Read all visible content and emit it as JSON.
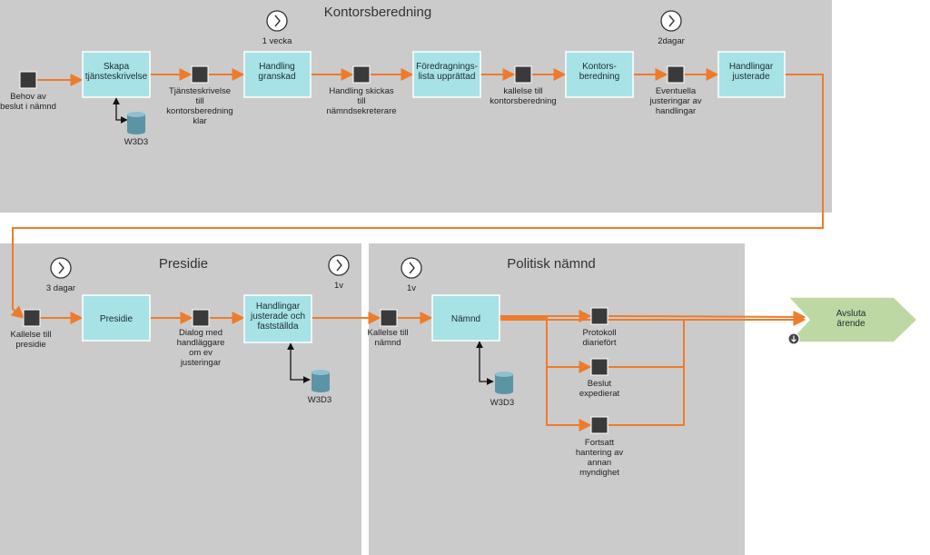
{
  "lanes": {
    "kontor": "Kontorsberedning",
    "presidie": "Presidie",
    "politisk": "Politisk nämnd"
  },
  "processes": {
    "skapa": [
      "Skapa",
      "tjänsteskrivelse"
    ],
    "granskad": [
      "Handling",
      "granskad"
    ],
    "foredragning": [
      "Föredragnings-",
      "lista upprättad"
    ],
    "kontorsberedning": [
      "Kontors-",
      "beredning"
    ],
    "justerade": [
      "Handlingar",
      "justerade"
    ],
    "presidie": [
      "Presidie"
    ],
    "justerade_faststallda": [
      "Handlingar",
      "justerade och",
      "fastställda"
    ],
    "namnd": [
      "Nämnd"
    ]
  },
  "events": {
    "behov": [
      "Behov av",
      "beslut i nämnd"
    ],
    "tjanst_klar": [
      "Tjänsteskrivelse",
      "till",
      "kontorsberedning",
      "klar"
    ],
    "skickas": [
      "Handling skickas",
      "till",
      "nämndsekreterare"
    ],
    "kallelse_kontor": [
      "kallelse till",
      "kontorsberedning"
    ],
    "eventuella": [
      "Eventuella",
      "justeringar av",
      "handlingar"
    ],
    "kallelse_presidie": [
      "Kallelse till",
      "presidie"
    ],
    "dialog": [
      "Dialog med",
      "handläggare",
      "om ev",
      "justeringar"
    ],
    "kallelse_namnd": [
      "Kallelse till",
      "nämnd"
    ],
    "protokoll": [
      "Protokoll",
      "diariefört"
    ],
    "beslut": [
      "Beslut",
      "expedierat"
    ],
    "fortsatt": [
      "Fortsatt",
      "hantering av",
      "annan",
      "myndighet"
    ]
  },
  "timers": {
    "t1": "1 vecka",
    "t2": "2dagar",
    "t3": "3 dagar",
    "t4": "1v",
    "t5": "1v"
  },
  "datastores": {
    "db1": "W3D3",
    "db2": "W3D3",
    "db3": "W3D3"
  },
  "final": [
    "Avsluta",
    "ärende"
  ],
  "colors": {
    "lane": "#cbcbcb",
    "process": "#a6e2e6",
    "flow": "#ef7b2a",
    "event": "#3a3a3a",
    "datastore": "#5b95a5",
    "final": "#bed8a4"
  },
  "icons": [
    "timer-icon",
    "database-icon",
    "expand-icon"
  ]
}
